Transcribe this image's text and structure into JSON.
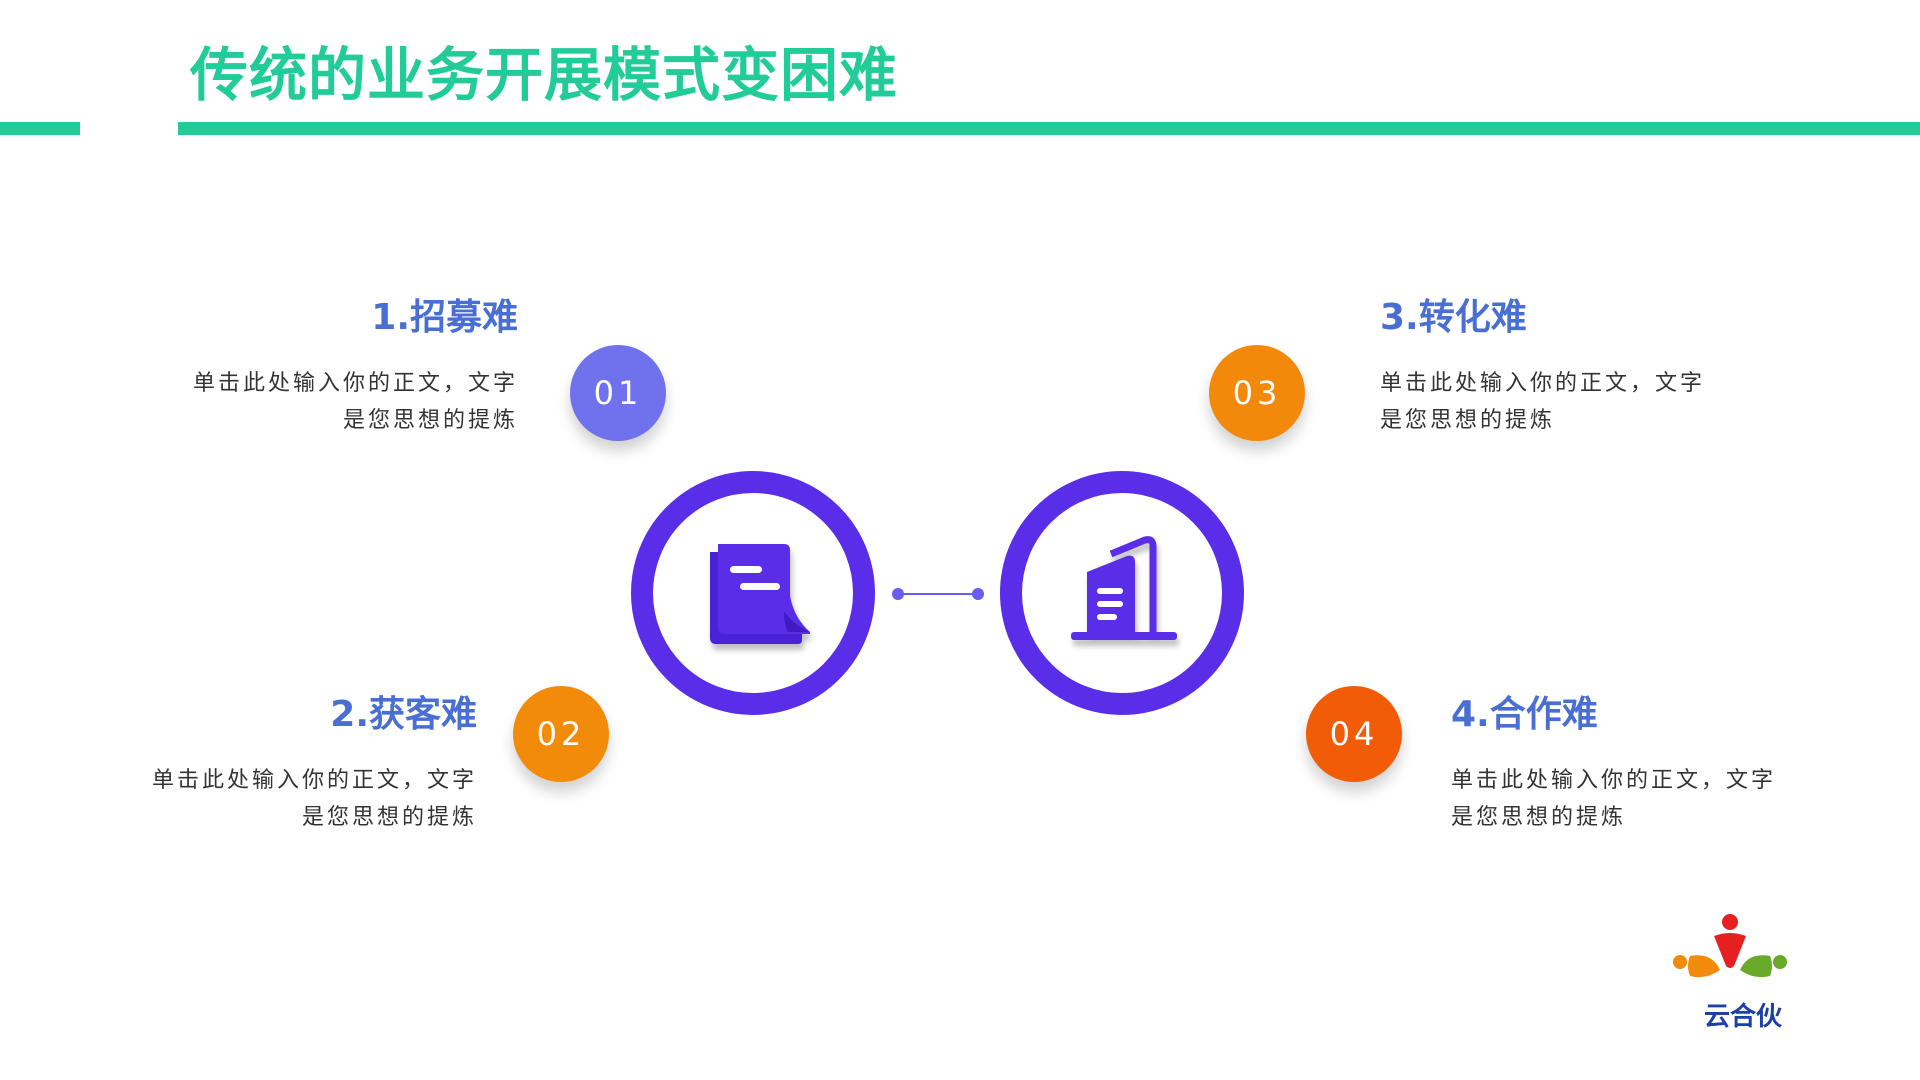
{
  "title": "传统的业务开展模式变困难",
  "items": [
    {
      "number": "01",
      "heading": "1.招募难",
      "desc_line1": "单击此处输入你的正文，文字",
      "desc_line2": "是您思想的提炼",
      "color": "#6f72ec"
    },
    {
      "number": "02",
      "heading": "2.获客难",
      "desc_line1": "单击此处输入你的正文，文字",
      "desc_line2": "是您思想的提炼",
      "color": "#f28a0a"
    },
    {
      "number": "03",
      "heading": "3.转化难",
      "desc_line1": "单击此处输入你的正文，文字",
      "desc_line2": "是您思想的提炼",
      "color": "#f2890b"
    },
    {
      "number": "04",
      "heading": "4.合作难",
      "desc_line1": "单击此处输入你的正文，文字",
      "desc_line2": "是您思想的提炼",
      "color": "#f25c07"
    }
  ],
  "icons": {
    "left": "document-icon",
    "right": "building-icon"
  },
  "colors": {
    "accent_green": "#22cc99",
    "heading_blue": "#4a6fd3",
    "ring_purple": "#5a2de8"
  },
  "logo": {
    "text": "云合伙"
  }
}
